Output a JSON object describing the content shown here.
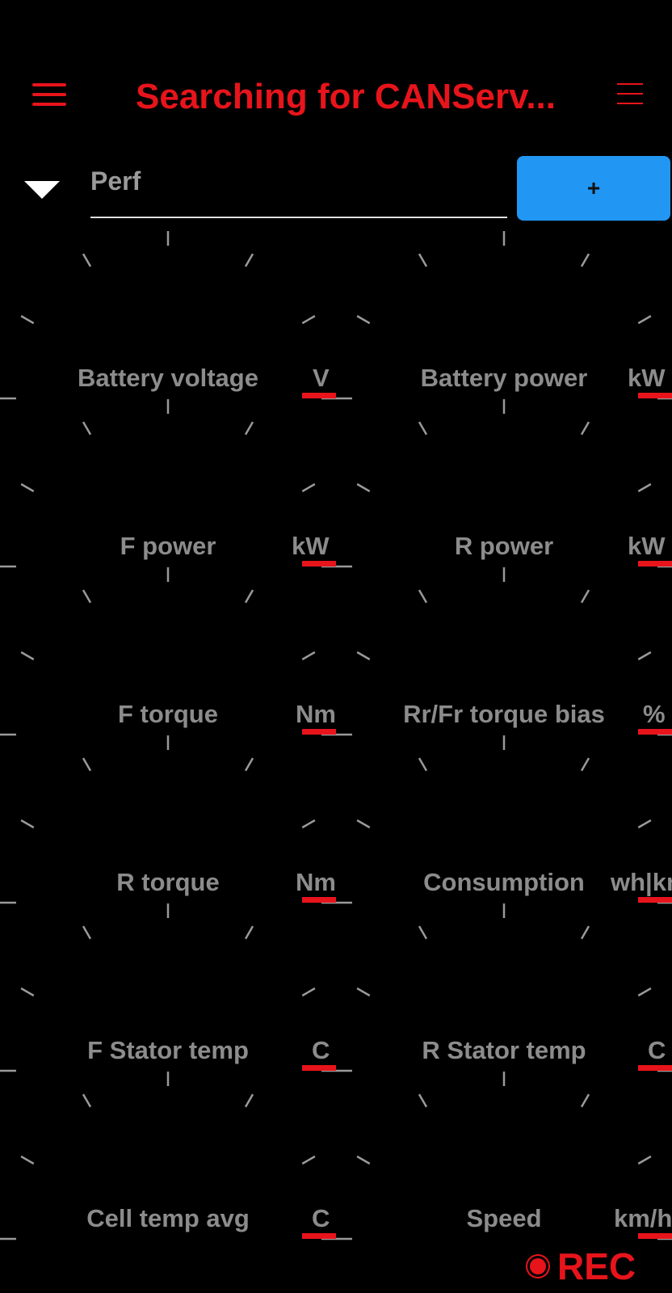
{
  "header": {
    "title": "Searching for CANServ...",
    "menu_icon": "hamburger-menu-icon",
    "options_icon": "options-menu-icon",
    "accent_color": "#e8141b"
  },
  "profile": {
    "value": "Perf",
    "add_label": "+",
    "button_color": "#2196f3"
  },
  "gauges": [
    {
      "label": "Battery voltage",
      "unit": "V"
    },
    {
      "label": "Battery power",
      "unit": "kW"
    },
    {
      "label": "F power",
      "unit": "kW"
    },
    {
      "label": "R power",
      "unit": "kW"
    },
    {
      "label": "F torque",
      "unit": "Nm"
    },
    {
      "label": "Rr/Fr torque bias",
      "unit": "%"
    },
    {
      "label": "R torque",
      "unit": "Nm"
    },
    {
      "label": "Consumption",
      "unit": "wh|km"
    },
    {
      "label": "F Stator temp",
      "unit": "C"
    },
    {
      "label": "R Stator temp",
      "unit": "C"
    },
    {
      "label": "Cell temp avg",
      "unit": "C"
    },
    {
      "label": "Speed",
      "unit": "km/h"
    }
  ],
  "recording": {
    "label": "REC"
  }
}
